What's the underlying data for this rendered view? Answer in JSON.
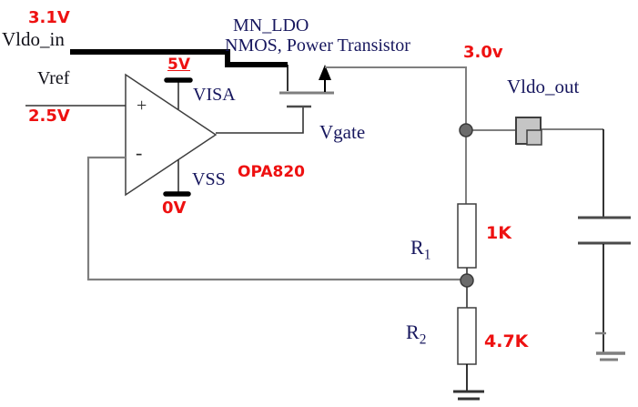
{
  "title": "NMOS LDO regulator schematic",
  "colors": {
    "annotation_red": "#ee1111",
    "label_navy": "#17175e",
    "wire_gray": "#7f7f7f",
    "wire_black": "#000000",
    "node_dot_fill": "#6b6b6b",
    "connector_fill": "#c5c5c5",
    "resistor_fill": "#ffffff"
  },
  "input": {
    "voltage": "3.1V",
    "net": "Vldo_in"
  },
  "reference": {
    "net": "Vref",
    "voltage": "2.5V"
  },
  "opamp": {
    "part": "OPA820",
    "pos_supply": "5V",
    "pos_pin": "VISA",
    "neg_pin": "VSS",
    "neg_supply": "0V",
    "plus": "+",
    "minus": "-"
  },
  "transistor": {
    "name": "MN_LDO",
    "type": "NMOS, Power Transistor",
    "gate_net": "Vgate"
  },
  "output": {
    "voltage": "3.0v",
    "net": "Vldo_out"
  },
  "feedback": {
    "r1": {
      "name": "R",
      "sub": "1",
      "value": "1K"
    },
    "r2": {
      "name": "R",
      "sub": "2",
      "value": "4.7K"
    }
  }
}
